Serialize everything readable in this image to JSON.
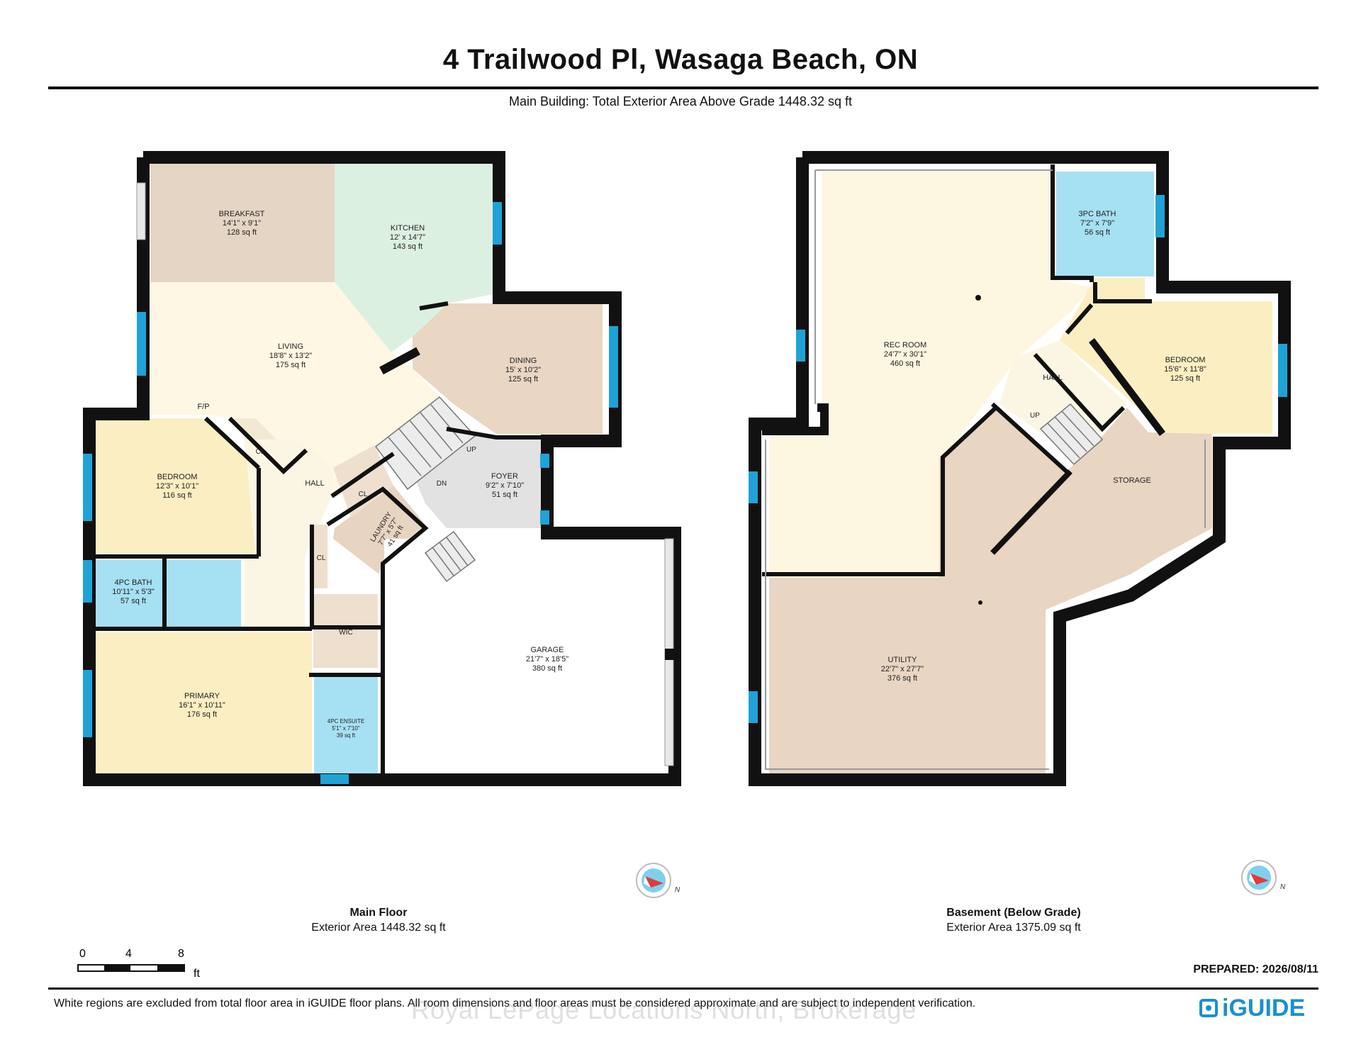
{
  "header": {
    "title": "4 Trailwood Pl, Wasaga Beach, ON",
    "subtitle": "Main Building: Total Exterior Area Above Grade 1448.32 sq ft"
  },
  "main_floor": {
    "name": "Main Floor",
    "area": "Exterior Area 1448.32 sq ft",
    "rooms": {
      "breakfast": {
        "name": "BREAKFAST",
        "dims": "14'1\" x 9'1\"",
        "area": "128 sq ft"
      },
      "kitchen": {
        "name": "KITCHEN",
        "dims": "12' x 14'7\"",
        "area": "143 sq ft"
      },
      "living": {
        "name": "LIVING",
        "dims": "18'8\" x 13'2\"",
        "area": "175 sq ft"
      },
      "dining": {
        "name": "DINING",
        "dims": "15' x 10'2\"",
        "area": "125 sq ft"
      },
      "bedroom": {
        "name": "BEDROOM",
        "dims": "12'3\" x 10'1\"",
        "area": "116 sq ft"
      },
      "foyer": {
        "name": "FOYER",
        "dims": "9'2\" x 7'10\"",
        "area": "51 sq ft"
      },
      "laundry": {
        "name": "LAUNDRY",
        "dims": "7'7\" x 5'7\"",
        "area": "41 sq ft"
      },
      "bath": {
        "name": "4PC BATH",
        "dims": "10'11\" x 5'3\"",
        "area": "57 sq ft"
      },
      "garage": {
        "name": "GARAGE",
        "dims": "21'7\" x 18'5\"",
        "area": "380 sq ft"
      },
      "primary": {
        "name": "PRIMARY",
        "dims": "16'1\" x 10'11\"",
        "area": "176 sq ft"
      },
      "ensuite": {
        "name": "4PC ENSUITE",
        "dims": "5'1\" x 7'10\"",
        "area": "39 sq ft"
      }
    },
    "labels": {
      "fp": "F/P",
      "hall": "HALL",
      "cl": "CL",
      "up": "UP",
      "dn": "DN",
      "wic": "WIC"
    }
  },
  "basement": {
    "name": "Basement (Below Grade)",
    "area": "Exterior Area 1375.09 sq ft",
    "rooms": {
      "rec": {
        "name": "REC ROOM",
        "dims": "24'7\" x 30'1\"",
        "area": "460 sq ft"
      },
      "bath": {
        "name": "3PC BATH",
        "dims": "7'2\" x 7'9\"",
        "area": "56 sq ft"
      },
      "bedroom": {
        "name": "BEDROOM",
        "dims": "15'6\" x 11'8\"",
        "area": "125 sq ft"
      },
      "utility": {
        "name": "UTILITY",
        "dims": "22'7\" x 27'7\"",
        "area": "376 sq ft"
      }
    },
    "labels": {
      "hall": "HALL",
      "up": "UP",
      "storage": "STORAGE"
    }
  },
  "compass": {
    "north_label": "N"
  },
  "scale": {
    "ticks": [
      "0",
      "4",
      "8"
    ],
    "unit": "ft"
  },
  "footer": {
    "prepared": "PREPARED: 2026/08/11",
    "disclaimer": "White regions are excluded from total floor area in iGUIDE floor plans. All room dimensions and floor areas must be considered approximate and are subject to independent verification.",
    "watermark": "Royal LePage Locations North, Brokerage",
    "logo": "iGUIDE"
  },
  "colors": {
    "wall": "#111111",
    "window": "#1fa3d6",
    "breakfast": "#e5d5c4",
    "kitchen": "#dcf0e2",
    "living": "#fdf7e3",
    "dining": "#e9d6c3",
    "bedroom": "#fbeec2",
    "bath": "#a6e0f3",
    "foyer": "#e2e2e2",
    "laundry": "#e7d4c1",
    "hall": "#fbf6e4",
    "wic": "#eedfcf",
    "utility": "#e8d5c2",
    "rec": "#fdf6e1",
    "compass_red": "#e23a3a",
    "compass_blue": "#7fd0ec",
    "logo": "#1c8fce"
  }
}
